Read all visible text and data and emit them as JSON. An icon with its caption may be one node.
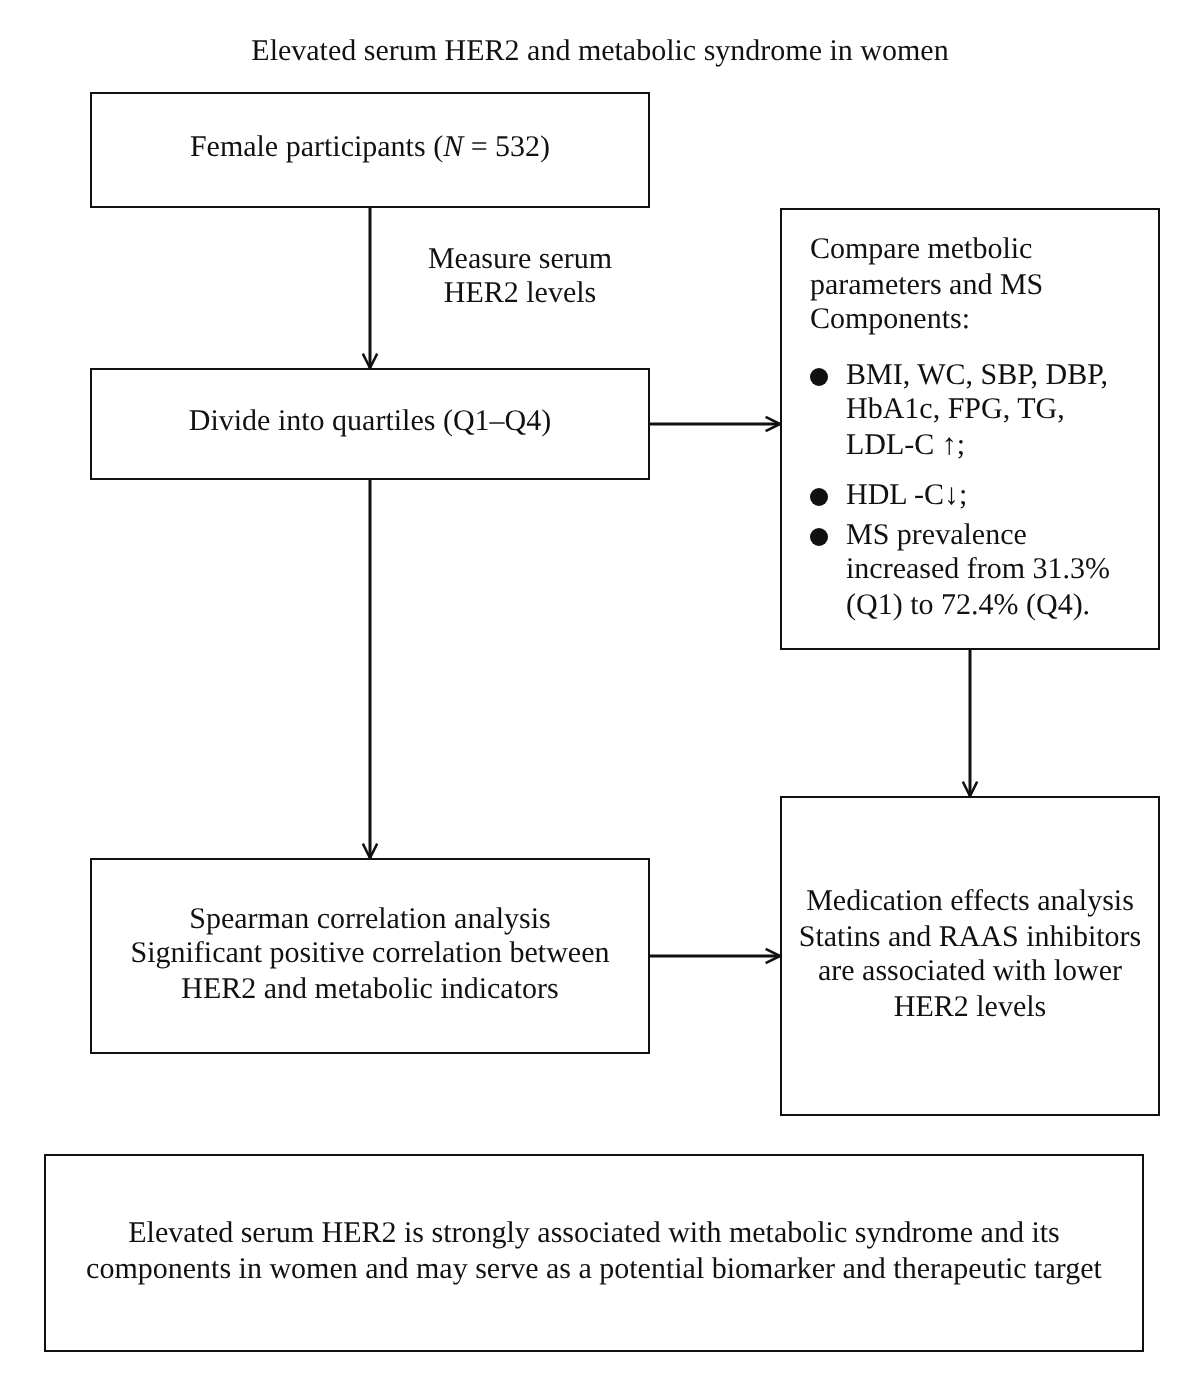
{
  "diagram": {
    "title": "Elevated serum HER2 and metabolic syndrome in women",
    "nodes": [
      {
        "text": [
          "Female participants (*N* = 532)"
        ]
      },
      {
        "text": [
          "Divide into quartiles (Q1–Q4)"
        ]
      },
      {
        "text": [
          "Compare metbolic parameters and MS Components:",
          "BMI, WC, SBP, DBP, HbA1c, FPG, TG, LDL-C ↑;",
          "HDL -C↓;",
          "MS prevalence increased from 31.3% (Q1) to 72.4% (Q4)."
        ]
      },
      {
        "text": [
          "Spearman correlation analysis",
          "Significant positive correlation between HER2 and metabolic indicators"
        ]
      },
      {
        "text": [
          "Medication effects analysis",
          "Statins and RAAS inhibitors are associated with lower HER2 levels"
        ]
      },
      {
        "text": [
          "Elevated serum HER2 is strongly associated with metabolic syndrome and its components in women and may serve as a potential biomarker and therapeutic target"
        ]
      }
    ],
    "edges": [
      {
        "from": 0,
        "to": 1,
        "arrow": "to",
        "label": "Measure serum HER2 levels"
      },
      {
        "from": 1,
        "to": 2,
        "arrow": "to"
      },
      {
        "from": 1,
        "to": 3,
        "arrow": "to"
      },
      {
        "from": 2,
        "to": 4,
        "arrow": "to"
      },
      {
        "from": 3,
        "to": 4,
        "arrow": "to"
      }
    ]
  }
}
